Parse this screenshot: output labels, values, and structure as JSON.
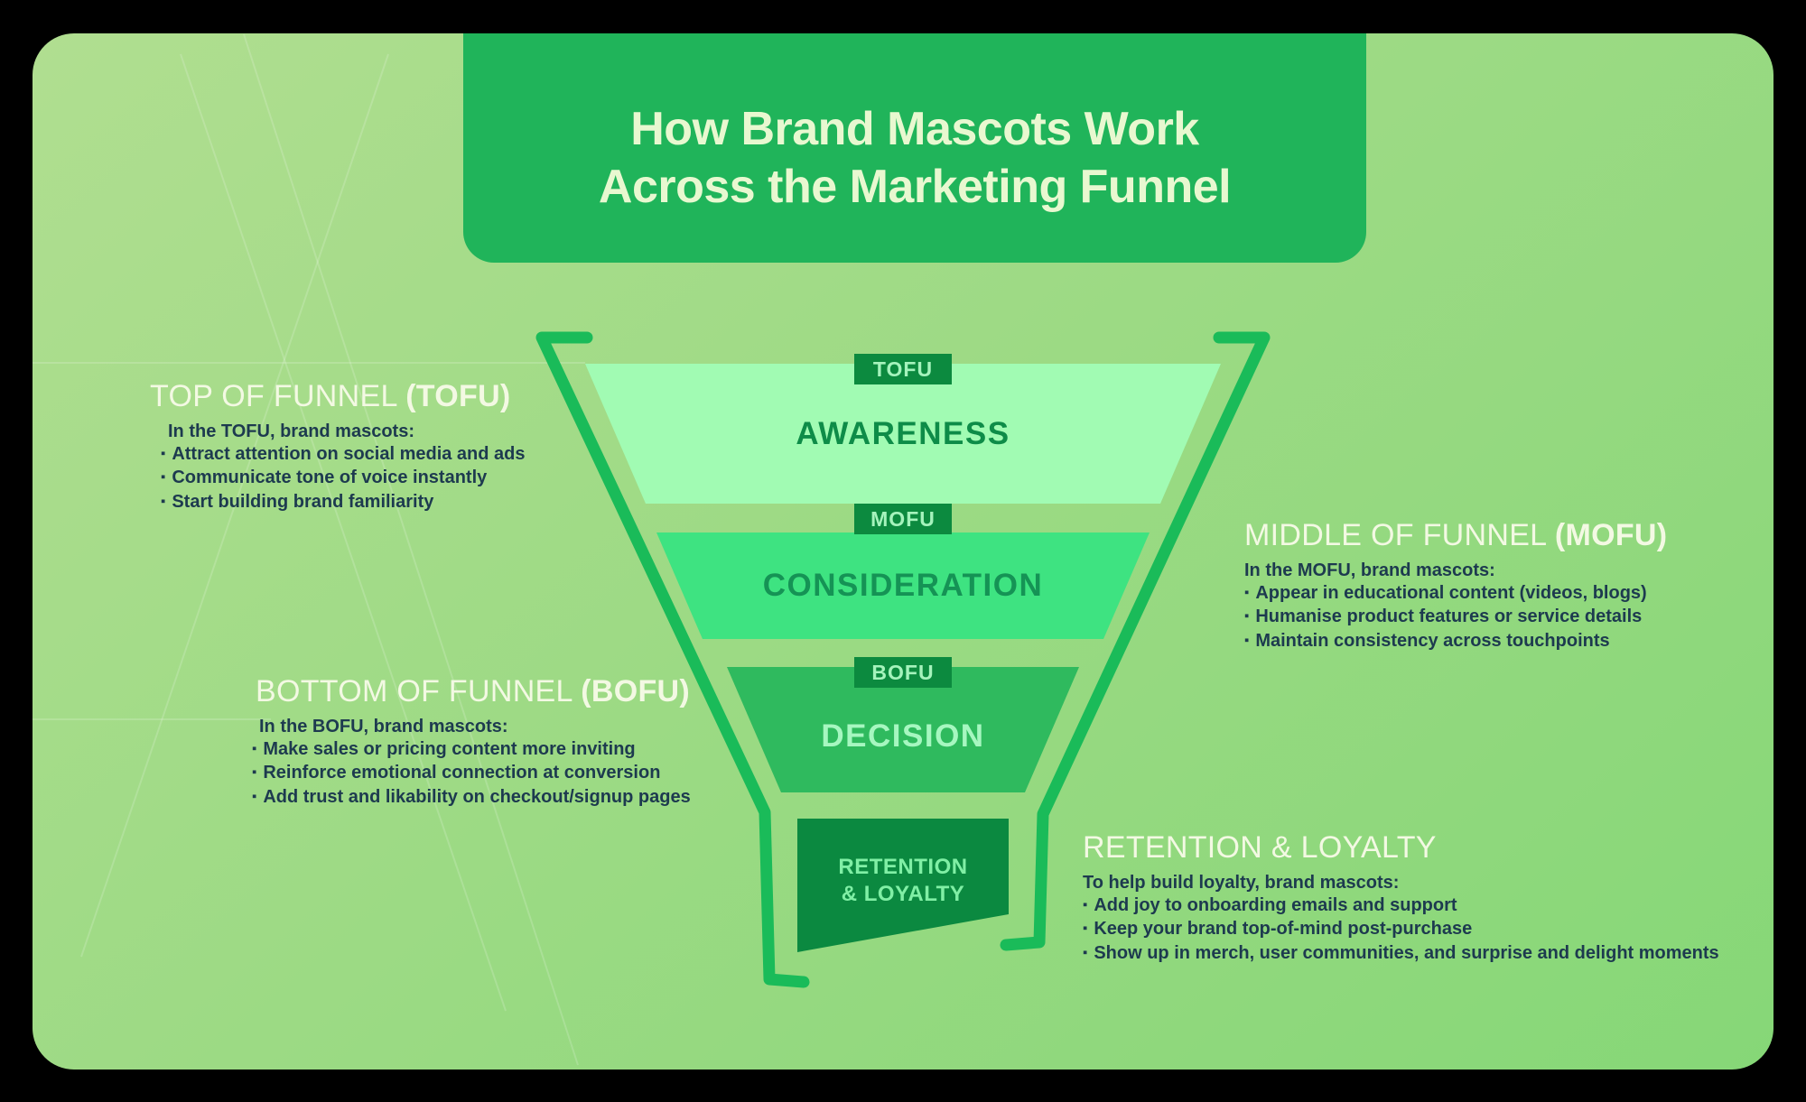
{
  "title": {
    "line1": "How Brand Mascots Work",
    "line2": "Across the Marketing Funnel"
  },
  "funnel": {
    "tofu_tag": "TOFU",
    "awareness": "AWARENESS",
    "mofu_tag": "MOFU",
    "consideration": "CONSIDERATION",
    "bofu_tag": "BOFU",
    "decision": "DECISION",
    "retention_line1": "RETENTION",
    "retention_line2": "& LOYALTY"
  },
  "sections": {
    "tofu": {
      "heading": "TOP OF FUNNEL",
      "heading_paren": "(TOFU)",
      "intro": "In the TOFU, brand mascots:",
      "bullets": [
        "Attract attention on social media and ads",
        "Communicate tone of voice instantly",
        "Start building brand familiarity"
      ]
    },
    "mofu": {
      "heading": "MIDDLE OF FUNNEL",
      "heading_paren": "(MOFU)",
      "intro": "In the MOFU, brand mascots:",
      "bullets": [
        "Appear in educational content (videos, blogs)",
        "Humanise product features or service details",
        "Maintain consistency across touchpoints"
      ]
    },
    "bofu": {
      "heading": "BOTTOM OF FUNNEL",
      "heading_paren": "(BOFU)",
      "intro": "In the BOFU, brand mascots:",
      "bullets": [
        "Make sales or pricing content more inviting",
        "Reinforce emotional connection at conversion",
        "Add trust and likability on checkout/signup pages"
      ]
    },
    "retention": {
      "heading": "RETENTION & LOYALTY",
      "heading_paren": "",
      "intro": "To help build loyalty, brand mascots:",
      "bullets": [
        "Add joy to onboarding emails and support",
        "Keep your brand top-of-mind post-purchase",
        "Show up in merch, user communities, and surprise and delight moments"
      ]
    }
  },
  "colors": {
    "background_outer": "#000000",
    "panel_gradient_start": "#b0de90",
    "panel_gradient_end": "#86d777",
    "banner_green": "#20b45a",
    "funnel_outline_green": "#1abb59",
    "awareness_fill": "#a1fbb3",
    "consideration_fill": "#3ee381",
    "decision_fill": "#2fba5e",
    "retention_fill": "#0b8940",
    "stage_tag_fill": "#0c8a3f",
    "stage_tag_text": "#a5f3bc",
    "heading_cream": "#f3f9e3",
    "title_cream": "#e8f8d0",
    "body_navy": "#1d3a4f"
  }
}
